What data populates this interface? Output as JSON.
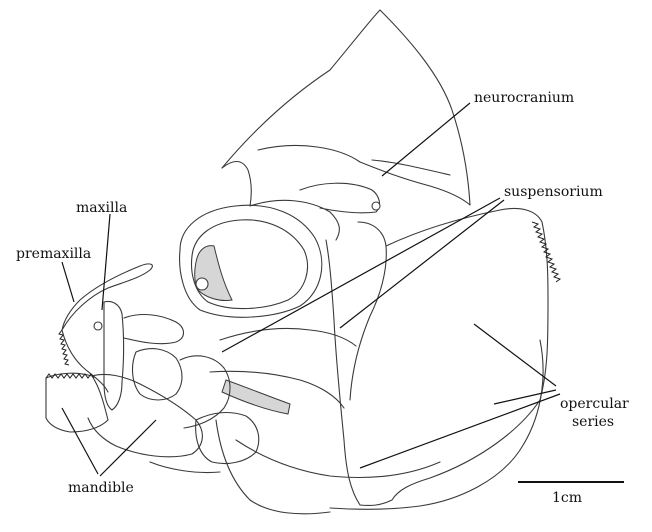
{
  "labels": {
    "neurocranium": "neurocranium",
    "suspensorium": "suspensorium",
    "maxilla": "maxilla",
    "premaxilla": "premaxilla",
    "mandible": "mandible",
    "opercular_line1": "opercular",
    "opercular_line2": "series",
    "scale_bar": "1cm"
  }
}
